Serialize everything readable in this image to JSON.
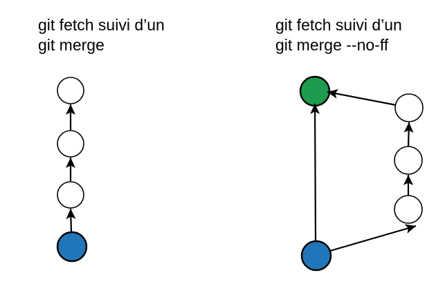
{
  "colors": {
    "local_commit_fill": "#2076b9",
    "merge_commit_fill": "#1d9b4e",
    "remote_commit_fill": "#ffffff",
    "node_stroke": "#000000",
    "arrow_color": "#000000",
    "text_color": "#000000",
    "background": "#ffffff"
  },
  "left_diagram": {
    "title_line1": "git fetch suivi d’un",
    "title_line2": "git merge",
    "nodes": [
      {
        "id": "head",
        "type": "local-commit",
        "fill_key": "local_commit_fill"
      },
      {
        "id": "fetched-1",
        "type": "remote-commit",
        "fill_key": "remote_commit_fill"
      },
      {
        "id": "fetched-2",
        "type": "remote-commit",
        "fill_key": "remote_commit_fill"
      },
      {
        "id": "fetched-3",
        "type": "remote-commit",
        "fill_key": "remote_commit_fill"
      }
    ],
    "edges": [
      {
        "from": "head",
        "to": "fetched-1"
      },
      {
        "from": "fetched-1",
        "to": "fetched-2"
      },
      {
        "from": "fetched-2",
        "to": "fetched-3"
      }
    ]
  },
  "right_diagram": {
    "title_line1": "git fetch suivi d’un",
    "title_line2": "git merge --no-ff",
    "nodes": [
      {
        "id": "base",
        "type": "local-commit",
        "fill_key": "local_commit_fill"
      },
      {
        "id": "remote-1",
        "type": "remote-commit",
        "fill_key": "remote_commit_fill"
      },
      {
        "id": "remote-2",
        "type": "remote-commit",
        "fill_key": "remote_commit_fill"
      },
      {
        "id": "remote-3",
        "type": "remote-commit",
        "fill_key": "remote_commit_fill"
      },
      {
        "id": "merge",
        "type": "merge-commit",
        "fill_key": "merge_commit_fill"
      }
    ],
    "edges": [
      {
        "from": "base",
        "to": "merge"
      },
      {
        "from": "base",
        "to": "remote-1"
      },
      {
        "from": "remote-1",
        "to": "remote-2"
      },
      {
        "from": "remote-2",
        "to": "remote-3"
      },
      {
        "from": "remote-3",
        "to": "merge"
      }
    ]
  }
}
